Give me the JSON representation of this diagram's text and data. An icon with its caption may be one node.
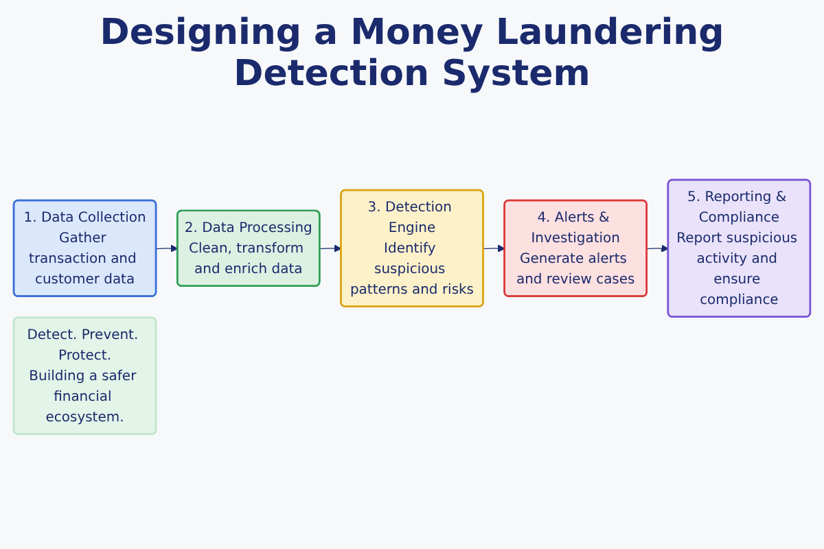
{
  "diagram": {
    "title": "Designing a Money Laundering Detection System",
    "nodes": [
      {
        "text": [
          "1. Data Collection",
          "Gather transaction and customer data"
        ]
      },
      {
        "text": [
          "2. Data Processing",
          "Clean, transform and enrich data"
        ]
      },
      {
        "text": [
          "3. Detection Engine",
          "Identify suspicious patterns and risks"
        ]
      },
      {
        "text": [
          "4. Alerts & Investigation",
          "Generate alerts and review cases"
        ]
      },
      {
        "text": [
          "5. Reporting & Compliance",
          "Report suspicious activity and ensure compliance"
        ]
      },
      {
        "text": [
          "Detect. Prevent. Protect.",
          "Building a safer financial ecosystem."
        ]
      }
    ],
    "edges": [
      {
        "from": 0,
        "to": 1,
        "arrow": "to"
      },
      {
        "from": 1,
        "to": 2,
        "arrow": "to"
      },
      {
        "from": 2,
        "to": 3,
        "arrow": "to"
      },
      {
        "from": 3,
        "to": 4,
        "arrow": "to"
      }
    ]
  }
}
